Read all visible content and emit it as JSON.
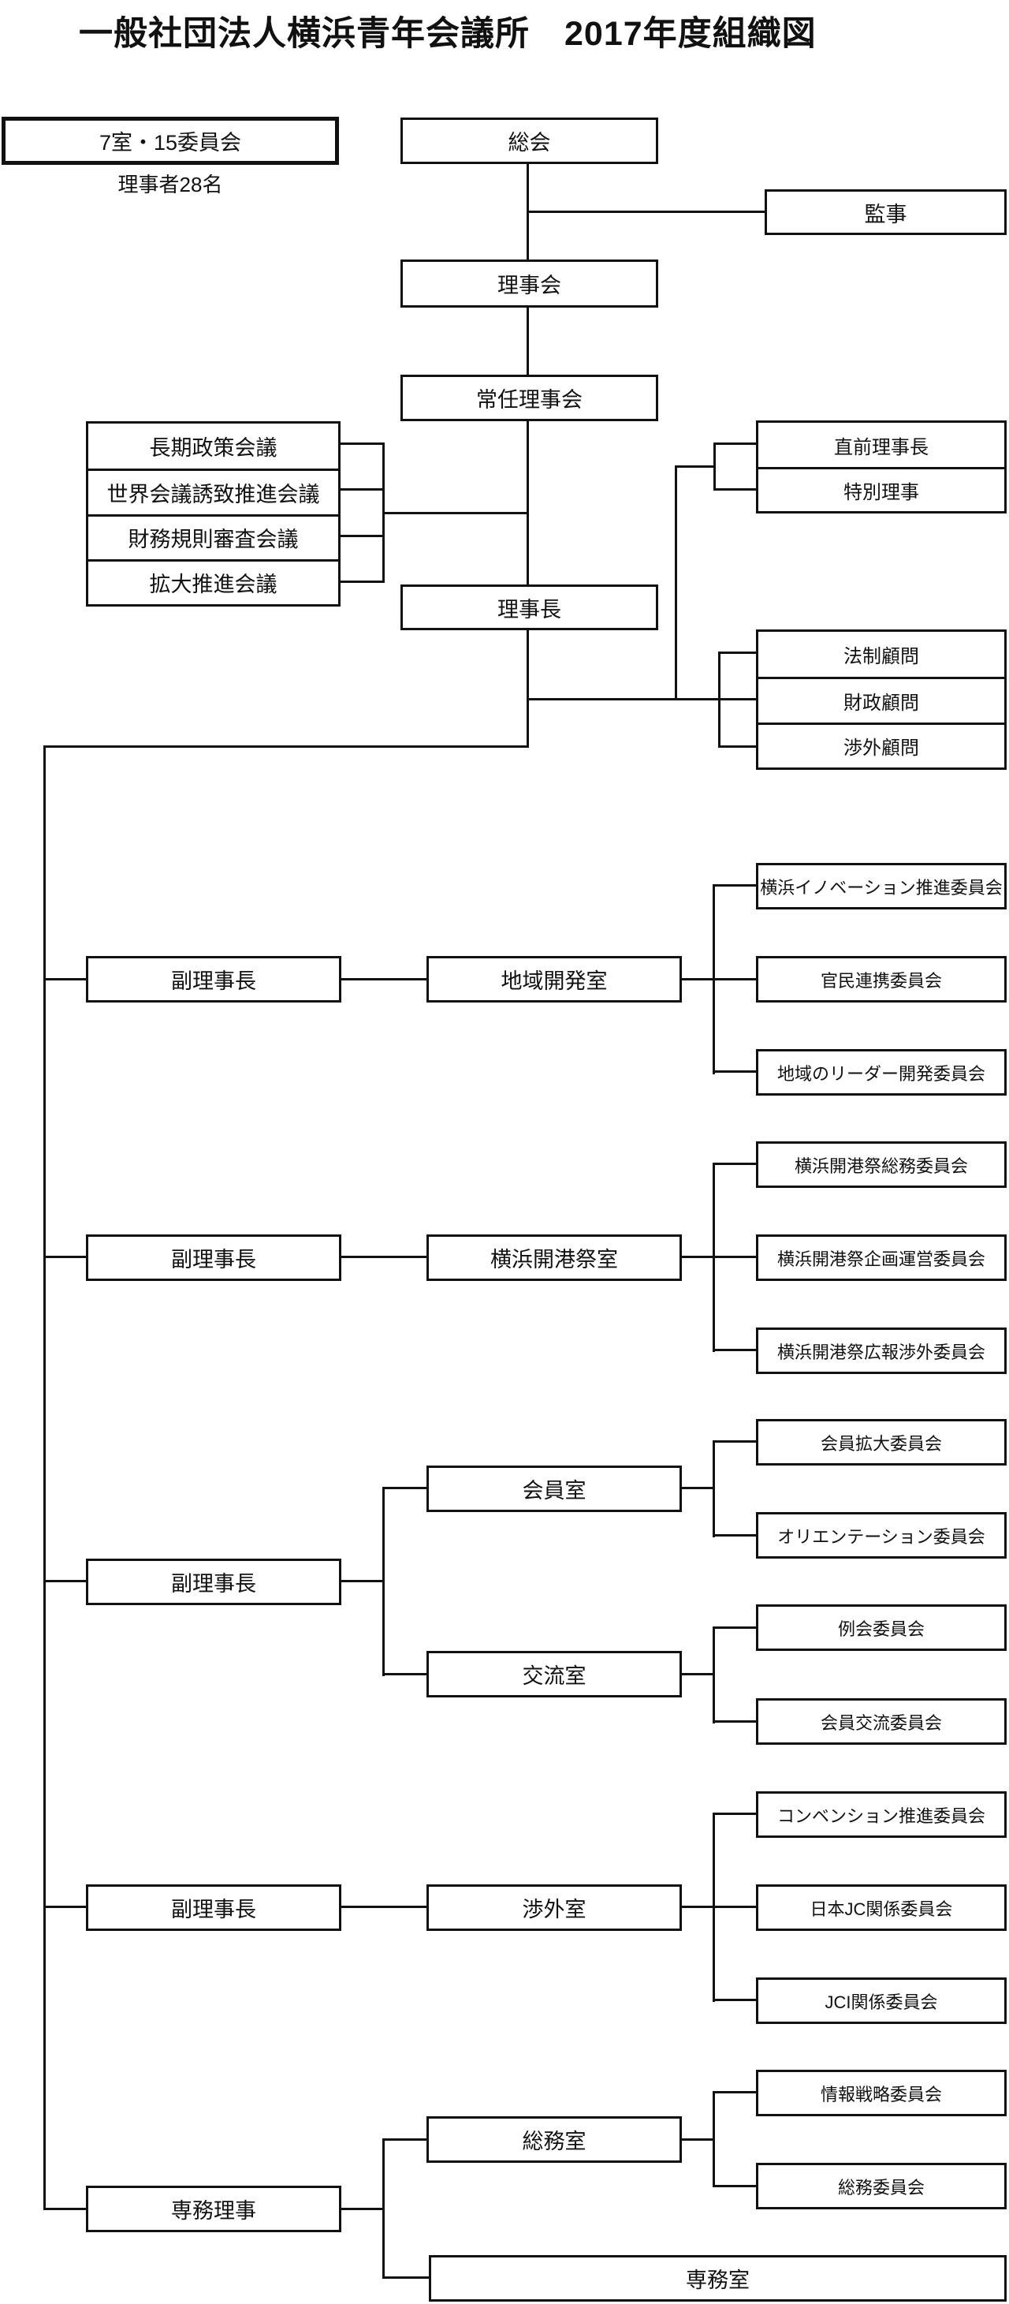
{
  "title": "一般社団法人横浜青年会議所　2017年度組織図",
  "legend": {
    "box_label": "7室・15委員会",
    "note": "理事者28名"
  },
  "top": {
    "general_assembly": "総会",
    "auditor": "監事",
    "board_of_directors": "理事会",
    "standing_board": "常任理事会",
    "president": "理事長"
  },
  "left_conferences": [
    "長期政策会議",
    "世界会議誘致推進会議",
    "財務規則審査会議",
    "拡大推進会議"
  ],
  "advisors_upper": [
    "直前理事長",
    "特別理事"
  ],
  "advisors_lower": [
    "法制顧問",
    "財政顧問",
    "渉外顧問"
  ],
  "rows": [
    {
      "officer": "副理事長",
      "rooms": [
        {
          "name": "地域開発室",
          "committees": [
            "横浜イノベーション推進委員会",
            "官民連携委員会",
            "地域のリーダー開発委員会"
          ]
        }
      ]
    },
    {
      "officer": "副理事長",
      "rooms": [
        {
          "name": "横浜開港祭室",
          "committees": [
            "横浜開港祭総務委員会",
            "横浜開港祭企画運営委員会",
            "横浜開港祭広報渉外委員会"
          ]
        }
      ]
    },
    {
      "officer": "副理事長",
      "rooms": [
        {
          "name": "会員室",
          "committees": [
            "会員拡大委員会",
            "オリエンテーション委員会"
          ]
        },
        {
          "name": "交流室",
          "committees": [
            "例会委員会",
            "会員交流委員会"
          ]
        }
      ]
    },
    {
      "officer": "副理事長",
      "rooms": [
        {
          "name": "渉外室",
          "committees": [
            "コンベンション推進委員会",
            "日本JC関係委員会",
            "JCI関係委員会"
          ]
        }
      ]
    },
    {
      "officer": "専務理事",
      "rooms": [
        {
          "name": "総務室",
          "committees": [
            "情報戦略委員会",
            "総務委員会"
          ]
        },
        {
          "name": "専務室",
          "committees": []
        }
      ]
    }
  ],
  "colors": {
    "line": "#111111",
    "background": "#ffffff",
    "text": "#111111"
  }
}
